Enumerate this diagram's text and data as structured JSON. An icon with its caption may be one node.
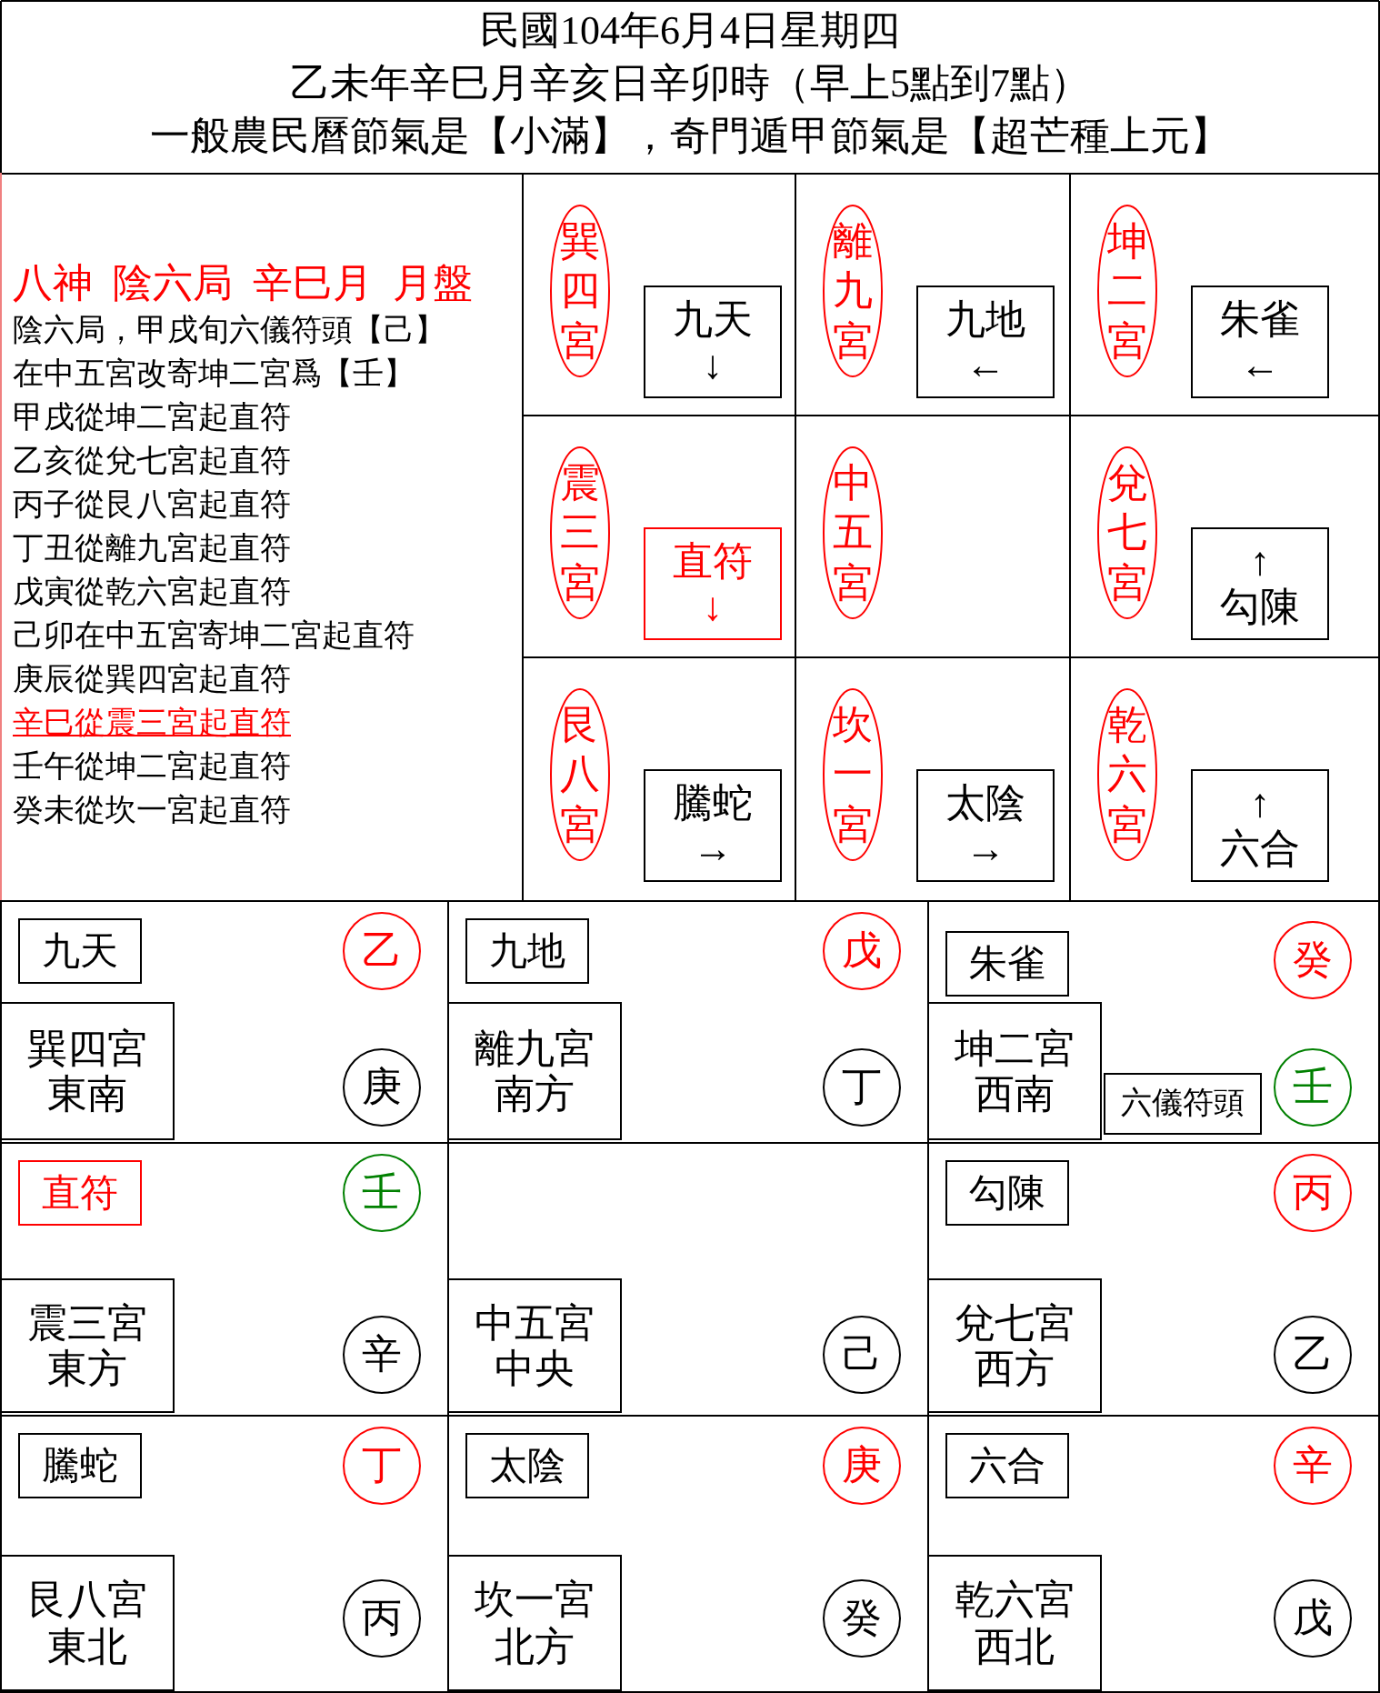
{
  "diagram": {
    "title": "民國104年6月4日星期四",
    "nodes": [
      {
        "text": [
          "巽四宮"
        ]
      },
      {
        "text": [
          "九天",
          "↓"
        ]
      },
      {
        "text": [
          "離九宮"
        ]
      },
      {
        "text": [
          "九地",
          "←"
        ]
      },
      {
        "text": [
          "坤二宮"
        ]
      },
      {
        "text": [
          "朱雀",
          "←"
        ]
      },
      {
        "text": [
          "震三宮"
        ]
      },
      {
        "text": [
          "直符",
          "↓"
        ]
      },
      {
        "text": [
          "中五宮"
        ]
      },
      {
        "text": [
          "兌七宮"
        ]
      },
      {
        "text": [
          "↑",
          "勾陳"
        ]
      },
      {
        "text": [
          "艮八宮"
        ]
      },
      {
        "text": [
          "騰蛇",
          "→"
        ]
      },
      {
        "text": [
          "坎一宮"
        ]
      },
      {
        "text": [
          "太陰",
          "→"
        ]
      },
      {
        "text": [
          "乾六宮"
        ]
      },
      {
        "text": [
          "↑",
          "六合"
        ]
      },
      {
        "text": [
          "九天"
        ]
      },
      {
        "text": [
          "乙"
        ]
      },
      {
        "text": [
          "巽四宮",
          "東南"
        ]
      },
      {
        "text": [
          "庚"
        ]
      },
      {
        "text": [
          "九地"
        ]
      },
      {
        "text": [
          "戊"
        ]
      },
      {
        "text": [
          "離九宮",
          "南方"
        ]
      },
      {
        "text": [
          "丁"
        ]
      },
      {
        "text": [
          "朱雀"
        ]
      },
      {
        "text": [
          "癸"
        ]
      },
      {
        "text": [
          "坤二宮",
          "西南"
        ]
      },
      {
        "text": [
          "六儀符頭"
        ]
      },
      {
        "text": [
          "壬"
        ]
      },
      {
        "text": [
          "直符"
        ]
      },
      {
        "text": [
          "壬"
        ]
      },
      {
        "text": [
          "震三宮",
          "東方"
        ]
      },
      {
        "text": [
          "辛"
        ]
      },
      {
        "text": [
          "中五宮",
          "中央"
        ]
      },
      {
        "text": [
          "己"
        ]
      },
      {
        "text": [
          "勾陳"
        ]
      },
      {
        "text": [
          "丙"
        ]
      },
      {
        "text": [
          "兌七宮",
          "西方"
        ]
      },
      {
        "text": [
          "乙"
        ]
      },
      {
        "text": [
          "騰蛇"
        ]
      },
      {
        "text": [
          "丁"
        ]
      },
      {
        "text": [
          "艮八宮",
          "東北"
        ]
      },
      {
        "text": [
          "丙"
        ]
      },
      {
        "text": [
          "太陰"
        ]
      },
      {
        "text": [
          "庚"
        ]
      },
      {
        "text": [
          "坎一宮",
          "北方"
        ]
      },
      {
        "text": [
          "癸"
        ]
      },
      {
        "text": [
          "六合"
        ]
      },
      {
        "text": [
          "辛"
        ]
      },
      {
        "text": [
          "乾六宮",
          "西北"
        ]
      },
      {
        "text": [
          "戊"
        ]
      }
    ],
    "labels": [
      "乙未年辛巳月辛亥日辛卯時（早上5點到7點）",
      "一般農民曆節氣是【小滿】，奇門遁甲節氣是【超芒種上元】",
      "八神  陰六局  辛巳月  月盤",
      "陰六局，甲戌旬六儀符頭【己】",
      "在中五宮改寄坤二宮爲【壬】",
      "甲戌從坤二宮起直符",
      "乙亥從兌七宮起直符",
      "丙子從艮八宮起直符",
      "丁丑從離九宮起直符",
      "戊寅從乾六宮起直符",
      "己卯在中五宮寄坤二宮起直符",
      "庚辰從巽四宮起直符",
      "辛巳從震三宮起直符",
      "壬午從坤二宮起直符",
      "癸未從坎一宮起直符"
    ]
  }
}
